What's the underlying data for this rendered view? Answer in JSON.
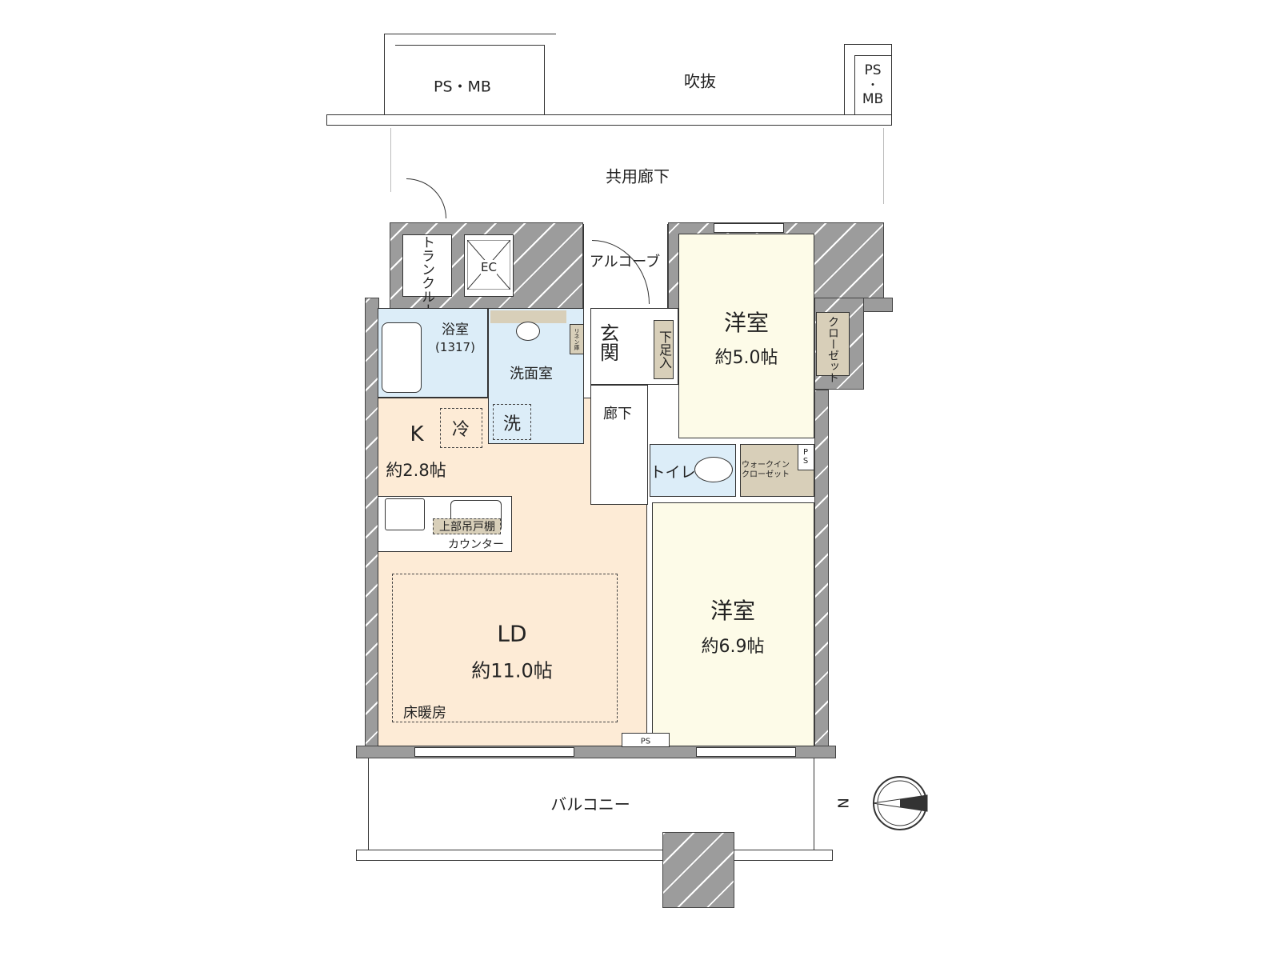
{
  "outside": {
    "ps_mb_left": "PS・MB",
    "void": "吹抜",
    "ps_mb_right_1": "PS",
    "ps_mb_right_2": "・",
    "ps_mb_right_3": "MB",
    "common_corridor": "共用廊下"
  },
  "rooms": {
    "trunk_room": "トランクルーム",
    "ec": "EC",
    "alcove": "アルコーブ",
    "bath": "浴室",
    "bath_size": "(1317)",
    "washroom": "洗面室",
    "linen": "リネン庫",
    "washer": "洗",
    "entrance": "玄関",
    "shoe_box": "下足入",
    "hallway": "廊下",
    "western1": "洋室",
    "western1_size": "約5.0帖",
    "closet": "クローゼット",
    "kitchen": "K",
    "kitchen_size": "約2.8帖",
    "fridge": "冷",
    "upper_cabinet": "上部吊戸棚",
    "counter": "カウンター",
    "toilet": "トイレ",
    "walkin": "ウォークインクローゼット",
    "ps": "PS",
    "ps_small": "PS",
    "ld": "LD",
    "ld_size": "約11.0帖",
    "floor_heating": "床暖房",
    "western2": "洋室",
    "western2_size": "約6.9帖",
    "balcony": "バルコニー"
  },
  "compass": {
    "north_label": "N",
    "icon": "compass-icon"
  },
  "colors": {
    "ld": "#fdebd6",
    "western": "#fdfbe8",
    "wet": "#dcedf8",
    "storage": "#d8cfb9",
    "wall": "#9c9c9c"
  }
}
